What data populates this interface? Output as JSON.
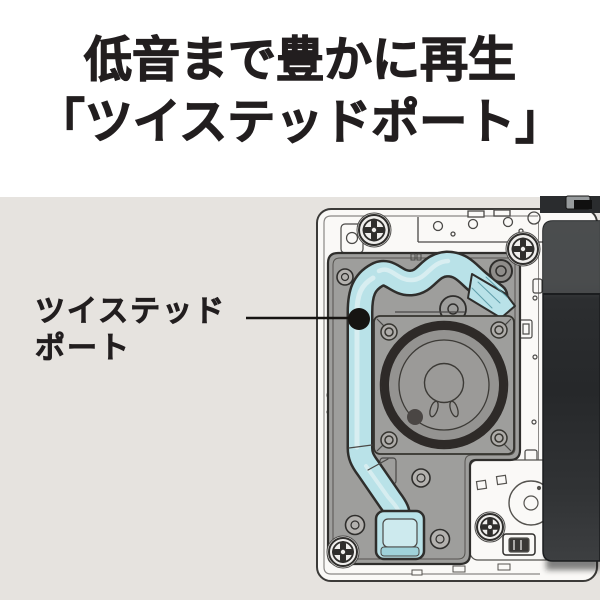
{
  "headline": {
    "line1": "低音まで豊かに再生",
    "line2": "「ツイステッドポート」"
  },
  "callout": {
    "line1": "ツイステッド",
    "line2": "ポート"
  },
  "illustration": {
    "parts": {
      "port_tube": "twisted-bass-reflex-port",
      "speaker": "woofer-driver-rear-view",
      "chassis": "speaker-internal-chassis",
      "front_panel": "black-front-panel-photo"
    }
  },
  "theme": {
    "page_bg": "#e6e3df",
    "top_band_bg": "#ffffff",
    "headline_color": "#221e1f",
    "chassis_color": "#faf9f7",
    "module_color": "#9e9e9c",
    "port_color": "#b9e2e8",
    "port_hi_color": "#d9eef1",
    "line_color": "#2f2e2c",
    "panel_color": "#323436"
  }
}
